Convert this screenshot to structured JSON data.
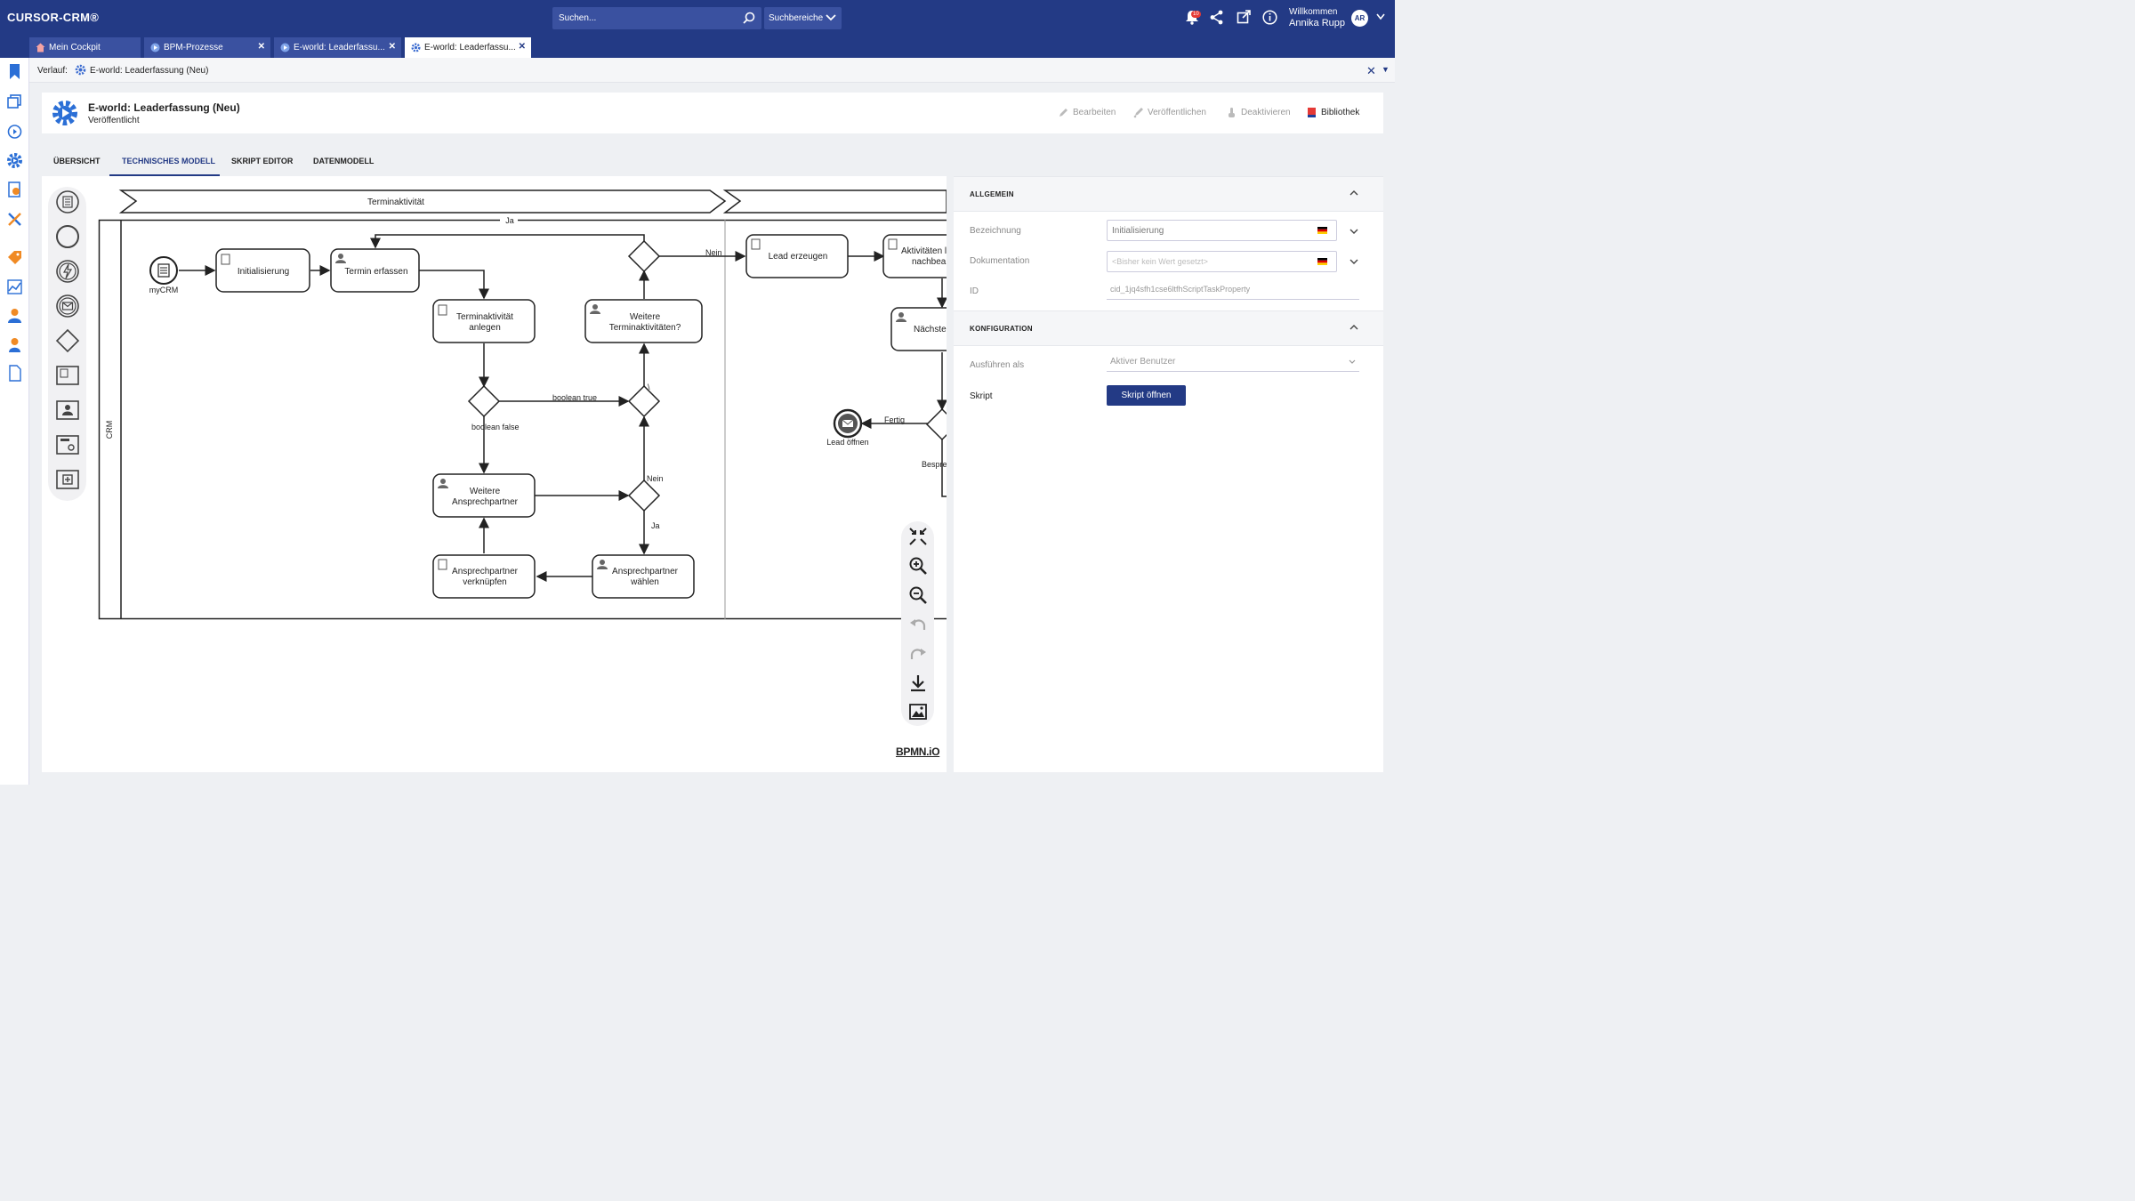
{
  "app": {
    "logo": "CURSOR-CRM®"
  },
  "topbar": {
    "search_placeholder": "Suchen...",
    "scope_label": "Suchbereiche",
    "notification_count": "10",
    "welcome": "Willkommen",
    "user_name": "Annika Rupp",
    "user_initials": "AR"
  },
  "tabs": [
    {
      "label": "Mein Cockpit"
    },
    {
      "label": "BPM-Prozesse"
    },
    {
      "label": "E-world: Leaderfassu..."
    },
    {
      "label": "E-world: Leaderfassu..."
    }
  ],
  "history": {
    "label": "Verlauf:",
    "crumb": "E-world: Leaderfassung (Neu)"
  },
  "header": {
    "title": "E-world: Leaderfassung (Neu)",
    "status": "Veröffentlicht",
    "actions": {
      "edit": "Bearbeiten",
      "publish": "Veröffentlichen",
      "deactivate": "Deaktivieren",
      "library": "Bibliothek"
    }
  },
  "view_tabs": {
    "overview": "ÜBERSICHT",
    "technical": "TECHNISCHES MODELL",
    "script": "SKRIPT EDITOR",
    "datamodel": "DATENMODELL"
  },
  "diagram": {
    "phase1": "Terminaktivität",
    "lane": "CRM",
    "start_event": "myCRM",
    "tasks": {
      "init": "Initialisierung",
      "termin": "Termin erfassen",
      "anlegen1": "Terminaktivität",
      "anlegen2": "anlegen",
      "weitere_t1": "Weitere",
      "weitere_t2": "Terminaktivitäten?",
      "weitere_a1": "Weitere",
      "weitere_a2": "Ansprechpartner",
      "verk1": "Ansprechpartner",
      "verk2": "verknüpfen",
      "waehl1": "Ansprechpartner",
      "waehl2": "wählen",
      "lead": "Lead erzeugen",
      "akt1": "Aktivitäten l",
      "akt2": "nachbea",
      "naechste": "Nächste",
      "lead_open": "Lead öffnen"
    },
    "labels": {
      "ja_top": "Ja",
      "nein_top": "Nein",
      "boolean_true": "boolean true",
      "boolean_false": "boolean false",
      "nein": "Nein",
      "ja": "Ja",
      "fertig": "Fertig",
      "bespr": "Bespre",
      "slash": "\\"
    },
    "watermark": "BPMN.iO"
  },
  "properties": {
    "general": {
      "title": "ALLGEMEIN",
      "name_label": "Bezeichnung",
      "name_value": "Initialisierung",
      "doc_label": "Dokumentation",
      "doc_placeholder": "<Bisher kein Wert gesetzt>",
      "id_label": "ID",
      "id_value": "cid_1jq4sfh1cse6ltfhScriptTaskProperty"
    },
    "config": {
      "title": "KONFIGURATION",
      "run_as_label": "Ausführen als",
      "run_as_value": "Aktiver Benutzer",
      "script_label": "Skript",
      "script_button": "Skript öffnen"
    }
  },
  "colors": {
    "brand": "#233a85",
    "tab_inactive": "#3a51a0",
    "badge": "#e53935"
  }
}
